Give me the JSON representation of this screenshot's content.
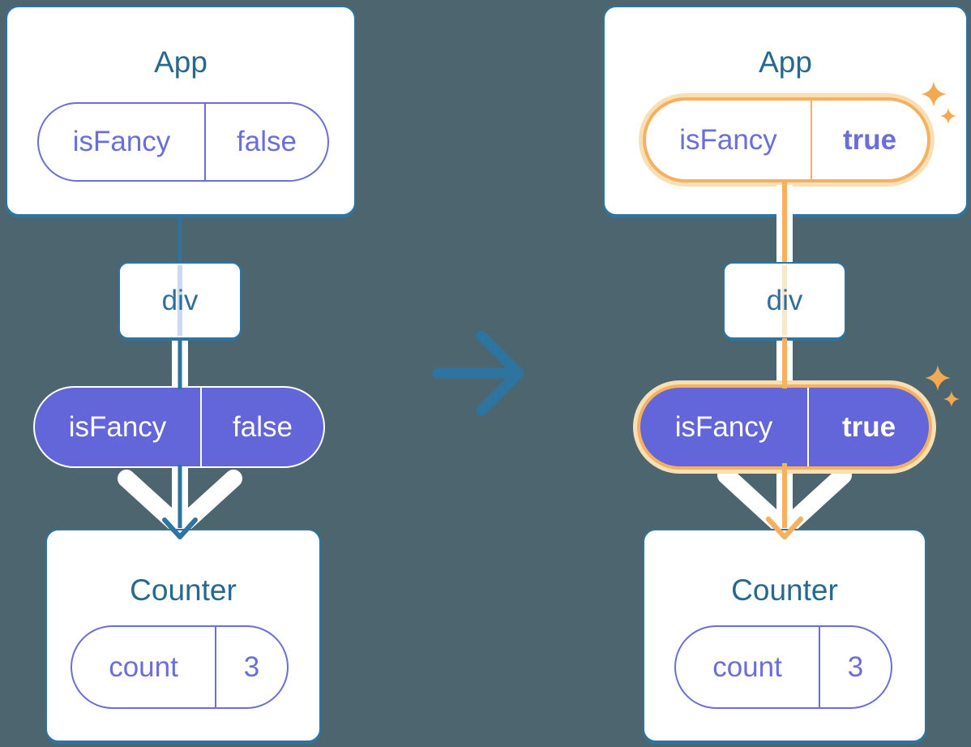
{
  "colors": {
    "background": "#4d656e",
    "card_border": "#2e74a0",
    "title_text": "#27688e",
    "purple_outline": "#6a6edb",
    "purple_fill": "#6366d9",
    "highlight_orange": "#f6b160",
    "highlight_glow": "#f8e0b4",
    "arrow_blue": "#2e74a0",
    "white": "#ffffff"
  },
  "before": {
    "app": {
      "title": "App",
      "prop": {
        "name": "isFancy",
        "value": "false"
      }
    },
    "container": {
      "label": "div"
    },
    "passed_prop": {
      "name": "isFancy",
      "value": "false"
    },
    "counter": {
      "title": "Counter",
      "state": {
        "name": "count",
        "value": "3"
      }
    }
  },
  "after": {
    "app": {
      "title": "App",
      "prop": {
        "name": "isFancy",
        "value": "true"
      }
    },
    "container": {
      "label": "div"
    },
    "passed_prop": {
      "name": "isFancy",
      "value": "true"
    },
    "counter": {
      "title": "Counter",
      "state": {
        "name": "count",
        "value": "3"
      }
    }
  }
}
